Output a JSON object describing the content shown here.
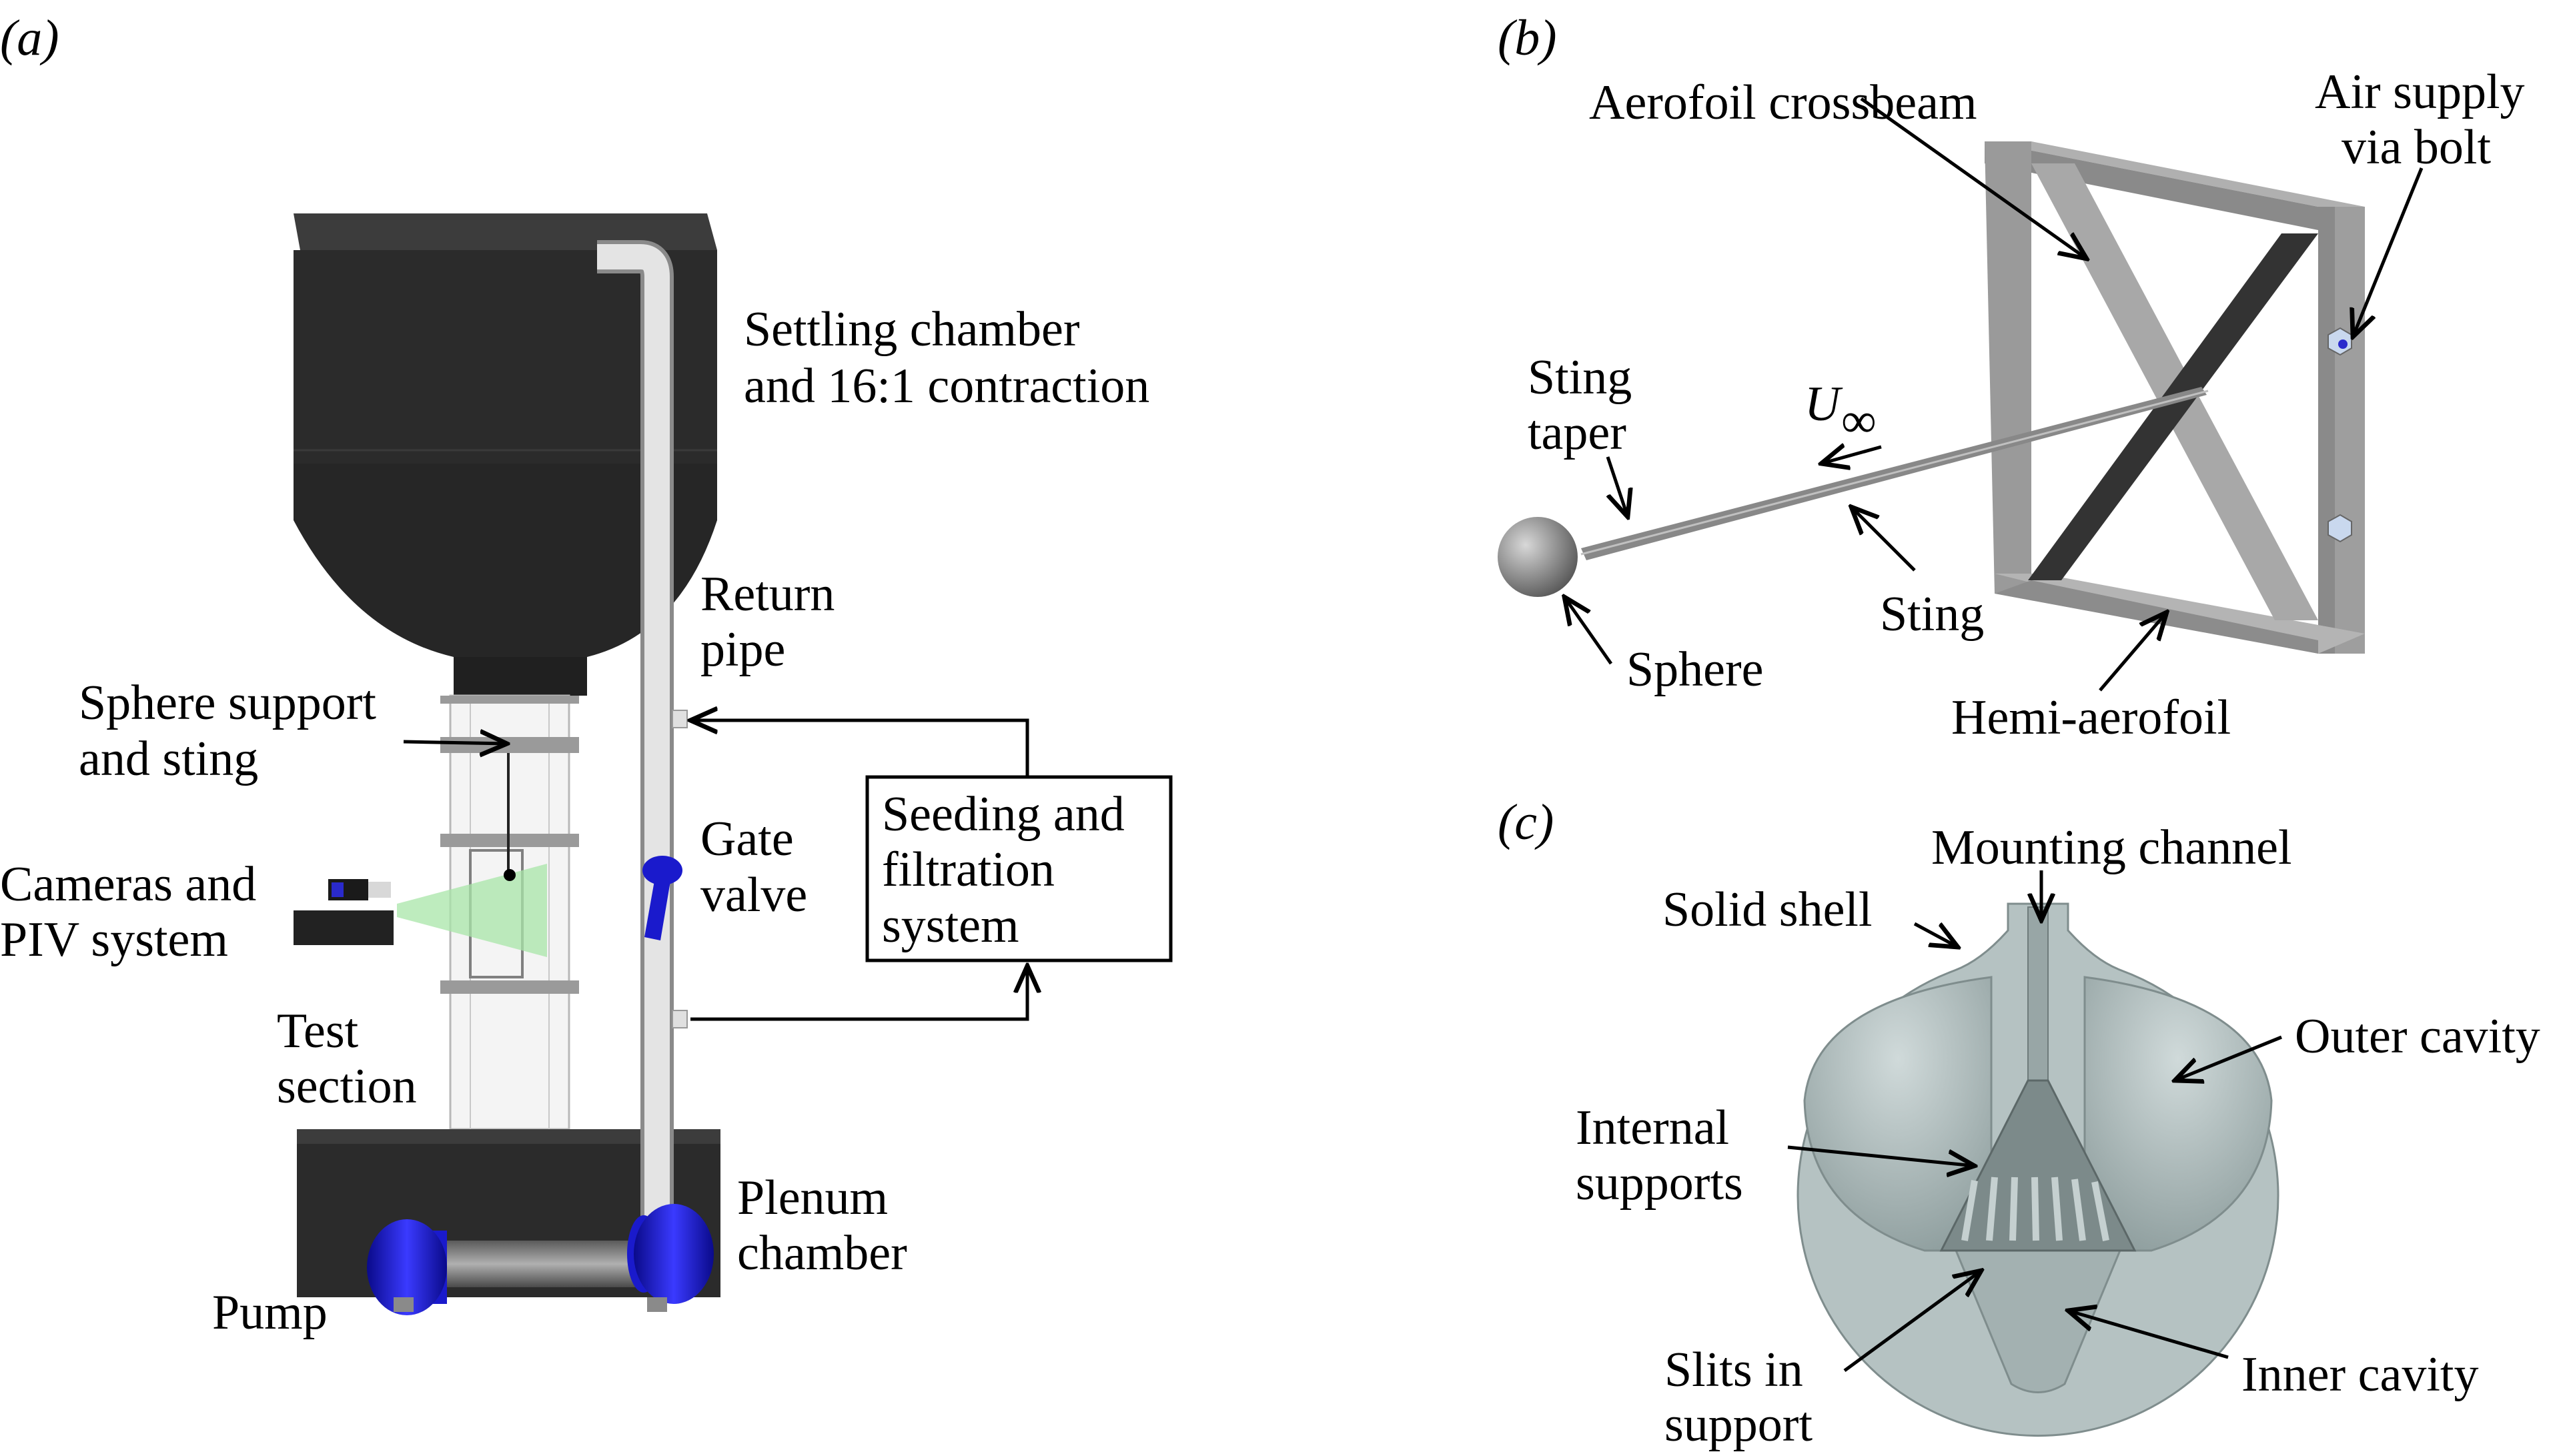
{
  "panels": {
    "a": {
      "tag": "(a)",
      "labels": {
        "settling_1": "Settling chamber",
        "settling_2": "and 16:1 contraction",
        "return_1": "Return",
        "return_2": "pipe",
        "sphere_support_1": "Sphere support",
        "sphere_support_2": "and sting",
        "cameras_1": "Cameras and",
        "cameras_2": "PIV system",
        "gate_1": "Gate",
        "gate_2": "valve",
        "seeding_1": "Seeding and",
        "seeding_2": "filtration",
        "seeding_3": "system",
        "test_1": "Test",
        "test_2": "section",
        "plenum_1": "Plenum",
        "plenum_2": "chamber",
        "pump": "Pump"
      }
    },
    "b": {
      "tag": "(b)",
      "labels": {
        "aerofoil_crossbeam": "Aerofoil crossbeam",
        "air_supply_1": "Air supply",
        "air_supply_2": "via bolt",
        "sting_taper_1": "Sting",
        "sting_taper_2": "taper",
        "u_inf": "U",
        "u_inf_sub": "∞",
        "sting": "Sting",
        "sphere": "Sphere",
        "hemi_aerofoil": "Hemi-aerofoil"
      }
    },
    "c": {
      "tag": "(c)",
      "labels": {
        "mounting_channel": "Mounting channel",
        "solid_shell": "Solid shell",
        "outer_cavity": "Outer cavity",
        "internal_supports_1": "Internal",
        "internal_supports_2": "supports",
        "slits_1": "Slits in",
        "slits_2": "support",
        "inner_cavity": "Inner cavity"
      }
    }
  },
  "colors": {
    "chamber": "#2b2b2b",
    "pipe": "#d9d9d9",
    "valve": "#1a1acc",
    "laser_sheet": "#a8e6a8",
    "frame": "#9a9a9a",
    "frame_dark": "#3a3a3a",
    "sphere_shell": "#b5c2c2"
  }
}
